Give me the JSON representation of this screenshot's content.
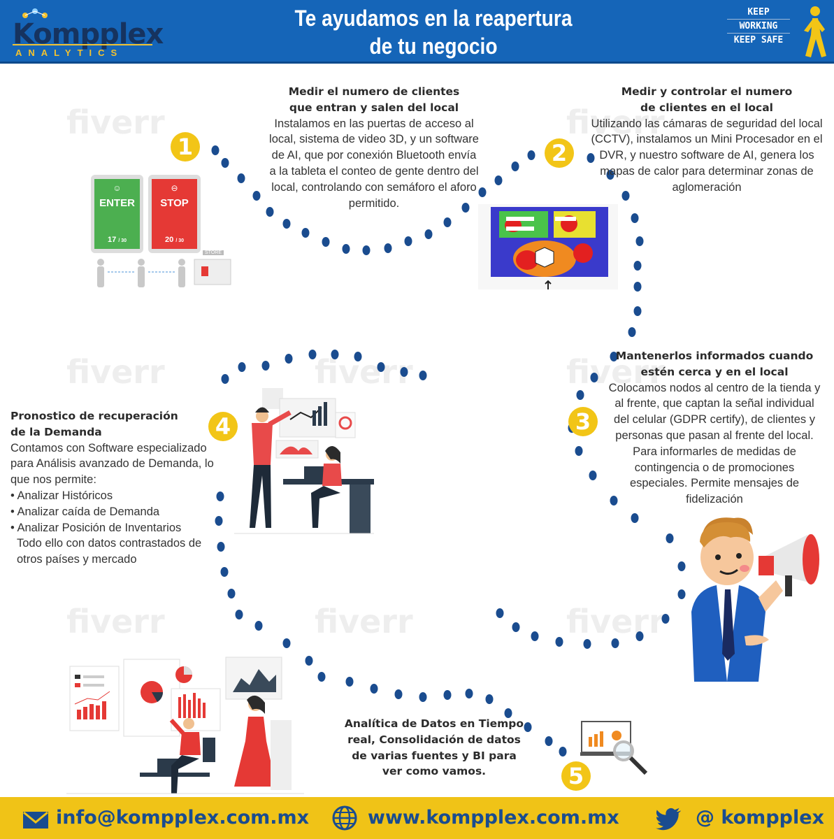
{
  "header": {
    "logo_main": "Kompplex",
    "logo_sub": "ANALYTICS",
    "title_line1": "Te ayudamos en la reapertura",
    "title_line2": "de tu negocio",
    "keep_lines": [
      "KEEP",
      "WORKING",
      "KEEP SAFE"
    ]
  },
  "steps": {
    "s1": {
      "number": "1",
      "heading": "Medir el numero de clientes que entran y salen del local",
      "body": "Instalamos en las puertas de acceso al local, sistema de video 3D, y un software de AI, que por conexión Bluetooth envía a la tableta el conteo de gente dentro del local, controlando con semáforo el aforo permitido."
    },
    "s2": {
      "number": "2",
      "heading": "Medir y controlar el numero de clientes en el local",
      "body": "Utilizando las cámaras de seguridad del local (CCTV), instalamos un Mini Procesador en el DVR, y nuestro software de AI, genera los mapas de calor para determinar zonas de aglomeración"
    },
    "s3": {
      "number": "3",
      "heading": "Mantenerlos informados cuando estén cerca y en el local",
      "body": "Colocamos nodos al centro de la tienda y al frente, que captan la señal individual del celular (GDPR certify), de clientes y personas que pasan al frente del local. Para informarles de medidas de contingencia o de promociones especiales. Permite mensajes de fidelización"
    },
    "s4": {
      "number": "4",
      "heading_line1": "Pronostico de recuperación",
      "heading_line2": "de la Demanda",
      "intro": "Contamos con Software especializado para Análisis avanzado de Demanda, lo que nos permite:",
      "bullets": [
        "Analizar Históricos",
        "Analizar caída de Demanda",
        "Analizar Posición de Inventarios"
      ],
      "closing": "Todo ello con datos contrastados de otros países y mercado"
    },
    "s5": {
      "number": "5",
      "heading": "Analítica de Datos en Tiempo real, Consolidación de datos de varias fuentes y BI para ver como vamos."
    }
  },
  "tablets": {
    "enter_label": "ENTER",
    "enter_count": "17",
    "stop_label": "STOP",
    "stop_count": "20",
    "capacity": "/ 30",
    "store_label": "STORE"
  },
  "watermark": "fiverr",
  "footer": {
    "email": "info@kompplex.com.mx",
    "web": "www.kompplex.com.mx",
    "social": "@ kompplex"
  },
  "colors": {
    "header_blue": "#1565b8",
    "accent_yellow": "#f2c517",
    "dot_blue": "#1a4c8f",
    "enter_green": "#4caf50",
    "stop_red": "#e53935"
  }
}
